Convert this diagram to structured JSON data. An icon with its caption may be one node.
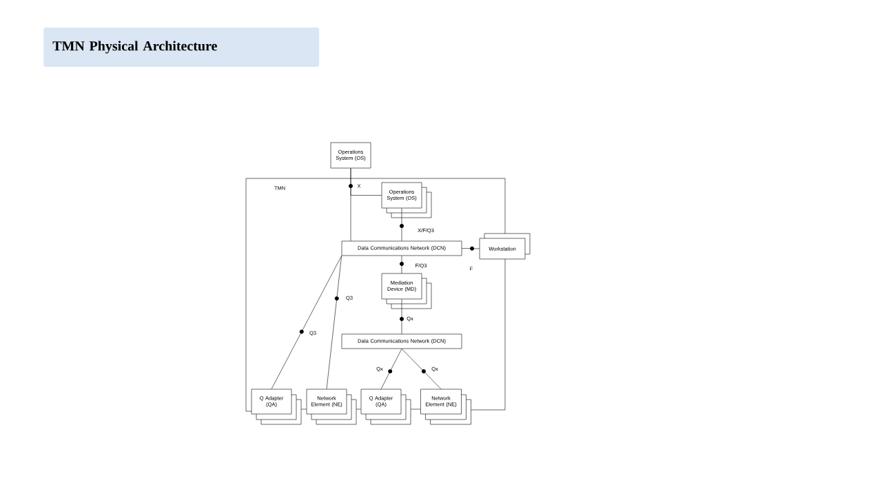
{
  "diagram": {
    "title": "TMN Physical Architecture",
    "nodes": [
      {
        "text": [
          "Operations System (OS)"
        ]
      },
      {
        "text": [
          "TMN"
        ]
      },
      {
        "text": [
          "Operations System (OS)"
        ],
        "in": 1
      },
      {
        "text": [
          "Data Communications Network (DCN)"
        ],
        "in": 1
      },
      {
        "text": [
          "Workstation"
        ]
      },
      {
        "text": [
          "Mediation Device (MD)"
        ],
        "in": 1
      },
      {
        "text": [
          "Data Communications Network (DCN)"
        ],
        "in": 1
      },
      {
        "text": [
          "Q Adapter (QA)"
        ]
      },
      {
        "text": [
          "Network Element (NE)"
        ]
      },
      {
        "text": [
          "Q Adapter (QA)"
        ]
      },
      {
        "text": [
          "Network Element (NE)"
        ]
      }
    ],
    "edges": [
      {
        "from": 0,
        "to": 2,
        "arrow": "none"
      },
      {
        "from": 0,
        "to": 3,
        "arrow": "none",
        "label": "X"
      },
      {
        "from": 2,
        "to": 3,
        "arrow": "none",
        "label": "X/F/Q3"
      },
      {
        "from": 3,
        "to": 4,
        "arrow": "none",
        "label": "F"
      },
      {
        "from": 3,
        "to": 5,
        "arrow": "none",
        "label": "F/Q3"
      },
      {
        "from": 5,
        "to": 6,
        "arrow": "none",
        "label": "Qx"
      },
      {
        "from": 3,
        "to": 7,
        "arrow": "none",
        "label": "Q3"
      },
      {
        "from": 3,
        "to": 8,
        "arrow": "none",
        "label": "Q3"
      },
      {
        "from": 6,
        "to": 9,
        "arrow": "none",
        "label": "Qx"
      },
      {
        "from": 6,
        "to": 10,
        "arrow": "none",
        "label": "Qx"
      },
      {
        "from": 7,
        "to": 8,
        "arrow": "none"
      },
      {
        "from": 8,
        "to": 9,
        "arrow": "none"
      },
      {
        "from": 9,
        "to": 10,
        "arrow": "none"
      }
    ]
  }
}
